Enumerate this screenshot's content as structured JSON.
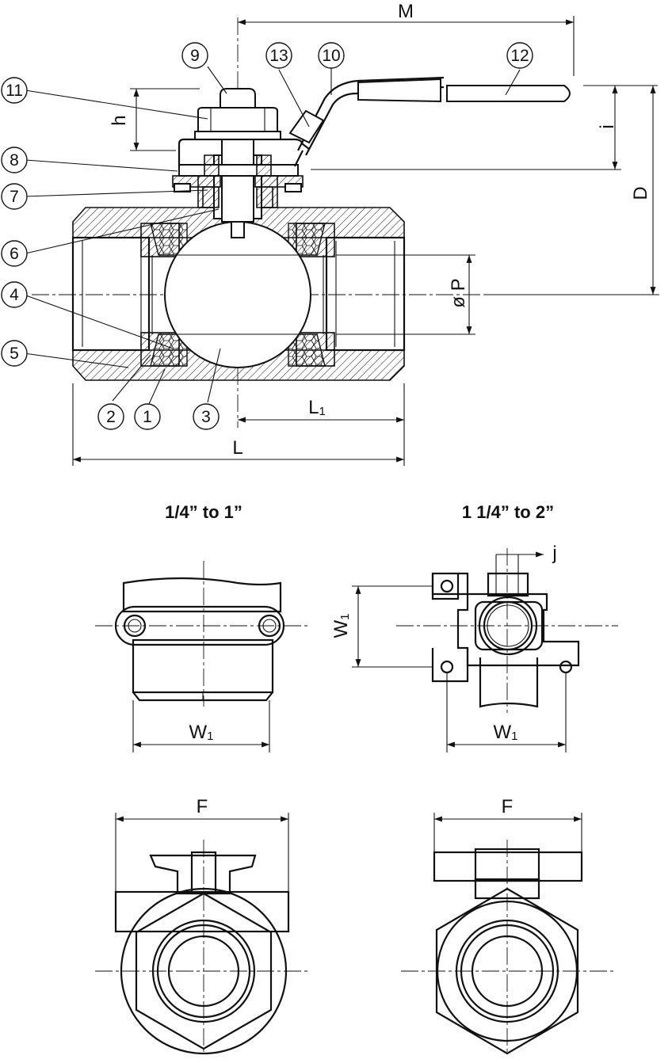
{
  "main_view": {
    "dimensions": {
      "M": "M",
      "h": "h",
      "i": "i",
      "D": "D",
      "P": "ø P",
      "L1": "L",
      "L1_sub": "1",
      "L": "L"
    },
    "balloons": [
      "1",
      "2",
      "3",
      "4",
      "5",
      "6",
      "7",
      "8",
      "9",
      "10",
      "11",
      "12",
      "13"
    ]
  },
  "detail_views": {
    "small_title": "1/4”  to 1”",
    "large_title": "1 1/4”  to 2”",
    "W1": "W",
    "W1_sub": "1",
    "j": "j",
    "F": "F"
  }
}
